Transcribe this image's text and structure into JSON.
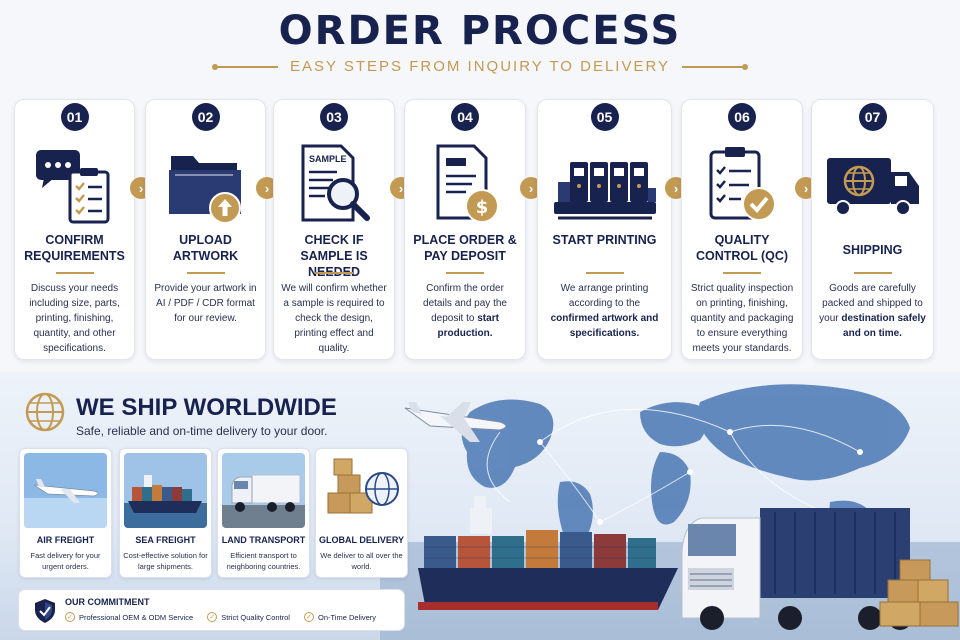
{
  "header": {
    "title": "ORDER PROCESS",
    "subtitle": "EASY STEPS FROM INQUIRY TO DELIVERY"
  },
  "steps": [
    {
      "number": "01",
      "title": "CONFIRM REQUIREMENTS",
      "icon": "chat-checklist-icon",
      "desc": "Discuss your needs including size, parts, printing, finishing, quantity, and other specifications."
    },
    {
      "number": "02",
      "title": "UPLOAD ARTWORK",
      "icon": "folder-upload-icon",
      "desc": "Provide your artwork in AI / PDF / CDR format for our review."
    },
    {
      "number": "03",
      "title": "CHECK IF SAMPLE IS NEEDED",
      "icon": "sample-magnifier-icon",
      "icon_text": "SAMPLE",
      "desc": "We will confirm whether a sample is required to check the design, printing effect and quality."
    },
    {
      "number": "04",
      "title": "PLACE ORDER & PAY DEPOSIT",
      "icon": "invoice-dollar-icon",
      "desc_pre": "Confirm the order details and pay the deposit to ",
      "desc_bold": "start production."
    },
    {
      "number": "05",
      "title": "START PRINTING",
      "icon": "printing-machine-icon",
      "desc_pre": "We arrange printing according to the ",
      "desc_bold": "confirmed artwork and specifications."
    },
    {
      "number": "06",
      "title": "QUALITY CONTROL (QC)",
      "icon": "clipboard-check-icon",
      "desc": "Strict quality inspection on printing, finishing, quantity and packaging to ensure everything meets your standards."
    },
    {
      "number": "07",
      "title": "SHIPPING",
      "icon": "delivery-truck-icon",
      "desc_pre": "Goods are carefully packed and shipped to your ",
      "desc_bold": "destination safely and on time."
    }
  ],
  "worldwide": {
    "title": "WE SHIP WORLDWIDE",
    "subtitle": "Safe, reliable and on-time delivery to your door."
  },
  "services": [
    {
      "title": "AIR FREIGHT",
      "desc": "Fast delivery for your urgent orders."
    },
    {
      "title": "SEA FREIGHT",
      "desc": "Cost-effective solution for large shipments."
    },
    {
      "title": "LAND TRANSPORT",
      "desc": "Efficient transport to neighboring countries."
    },
    {
      "title": "GLOBAL DELIVERY",
      "desc": "We deliver to all over the world."
    }
  ],
  "commitment": {
    "title": "OUR COMMITMENT",
    "items": [
      "Professional OEM & ODM Service",
      "Strict Quality Control",
      "On-Time Delivery"
    ]
  },
  "colors": {
    "navy": "#18224f",
    "gold": "#c39a53",
    "background": "#f6f7fb"
  }
}
